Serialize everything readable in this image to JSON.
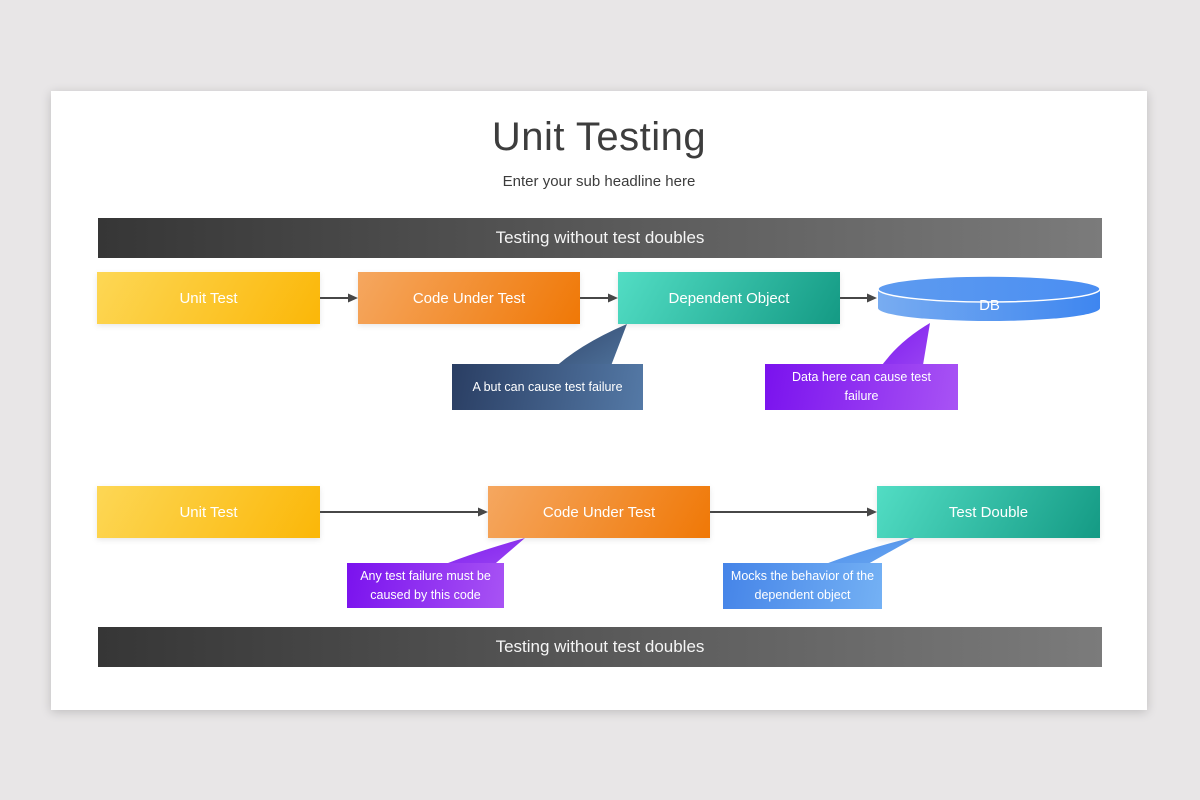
{
  "slide": {
    "title": "Unit Testing",
    "subtitle": "Enter your sub headline here"
  },
  "banners": {
    "top": {
      "label": "Testing without test doubles"
    },
    "bottom": {
      "label": "Testing without test doubles"
    }
  },
  "flow1": {
    "boxes": [
      {
        "label": "Unit Test",
        "color_start": "#fdd755",
        "color_end": "#fbb708"
      },
      {
        "label": "Code Under Test",
        "color_start": "#f5a760",
        "color_end": "#f07806"
      },
      {
        "label": "Dependent Object",
        "color_start": "#52ddc4",
        "color_end": "#149a84"
      },
      {
        "label": "DB",
        "shape": "cylinder",
        "color_start": "#78acf1",
        "color_end": "#3e86f0"
      }
    ],
    "callouts": [
      {
        "text": "A but can cause test failure",
        "color_start": "#2a3e63",
        "color_end": "#5479a6",
        "points_to": "Dependent Object"
      },
      {
        "text": "Data here can cause test failure",
        "color_start": "#7a12ee",
        "color_end": "#a853f4",
        "points_to": "DB"
      }
    ]
  },
  "flow2": {
    "boxes": [
      {
        "label": "Unit Test",
        "color_start": "#fdd755",
        "color_end": "#fbb708"
      },
      {
        "label": "Code Under Test",
        "color_start": "#f5a760",
        "color_end": "#f07806"
      },
      {
        "label": "Test Double",
        "color_start": "#52ddc4",
        "color_end": "#149a84"
      }
    ],
    "callouts": [
      {
        "text": "Any test failure must be caused by this code",
        "color_start": "#7a12ee",
        "color_end": "#a853f4",
        "points_to": "Code Under Test"
      },
      {
        "text": "Mocks the behavior of the dependent object",
        "color_start": "#4584e8",
        "color_end": "#74b1f4",
        "points_to": "Test Double"
      }
    ]
  },
  "arrow_color": "#474747",
  "background_color": "#e8e6e7"
}
